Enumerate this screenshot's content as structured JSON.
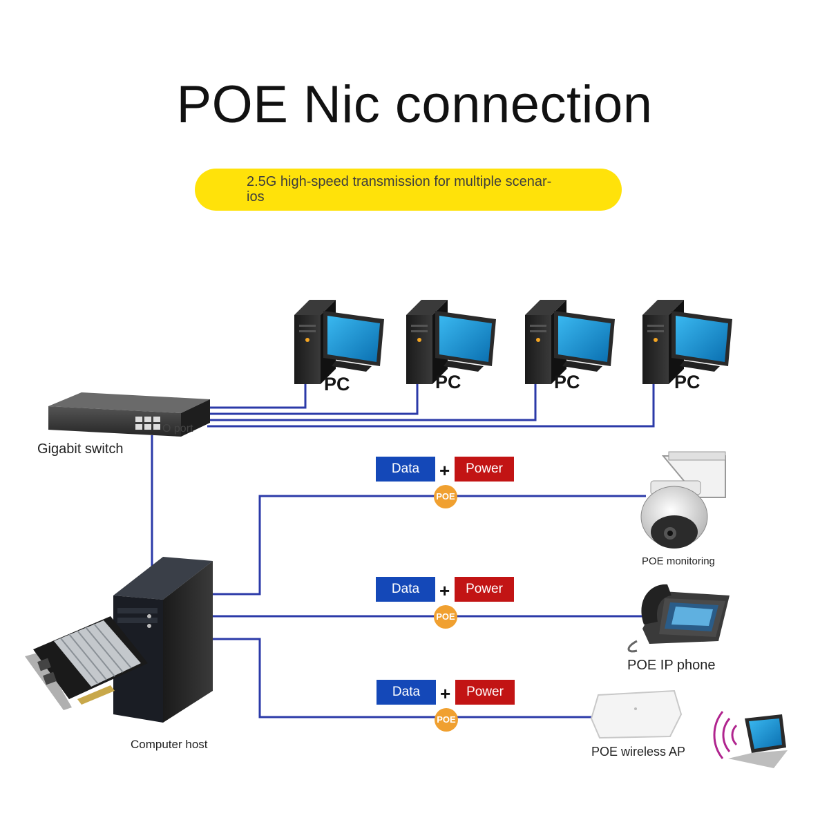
{
  "title": "POE Nic connection",
  "banner": "2.5G high-speed transmission for multiple scenar- ios",
  "pcs": [
    "PC",
    "PC",
    "PC",
    "PC"
  ],
  "switch": {
    "label": "Gigabit switch",
    "port_label": "O port"
  },
  "host_label": "Computer host",
  "tags": {
    "data": "Data",
    "plus": "+",
    "power": "Power",
    "poe": "POE"
  },
  "devices": {
    "camera": "POE monitoring",
    "phone": "POE IP phone",
    "ap": "POE wireless AP"
  },
  "colors": {
    "cable": "#2b3aa8",
    "banner": "#ffe20a",
    "data": "#1448b8",
    "power": "#c21414",
    "poe": "#f0a030"
  }
}
